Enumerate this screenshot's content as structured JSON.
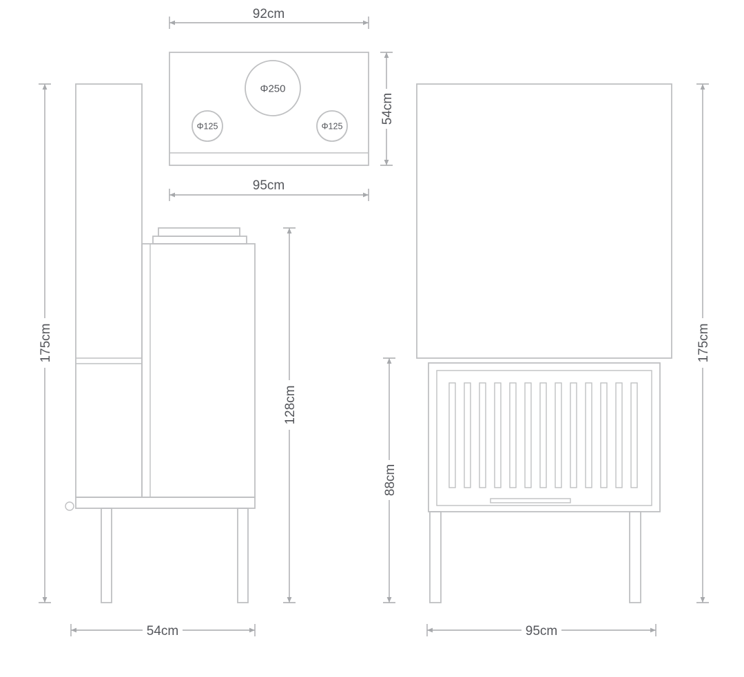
{
  "colors": {
    "background": "#ffffff",
    "object_line": "#bfc0c2",
    "dimension_line": "#a7a9ac",
    "label_text": "#54565b"
  },
  "top_view": {
    "dim_width_top": "92cm",
    "dim_depth_right": "54cm",
    "dim_width_bottom": "95cm",
    "flue_center_label": "Φ250",
    "duct_left_label": "Φ125",
    "duct_right_label": "Φ125"
  },
  "side_view": {
    "dim_total_height": "175cm",
    "dim_body_height": "128cm",
    "dim_depth_bottom": "54cm"
  },
  "front_view": {
    "dim_total_height": "175cm",
    "dim_firebox_height": "88cm",
    "dim_width_bottom": "95cm"
  }
}
